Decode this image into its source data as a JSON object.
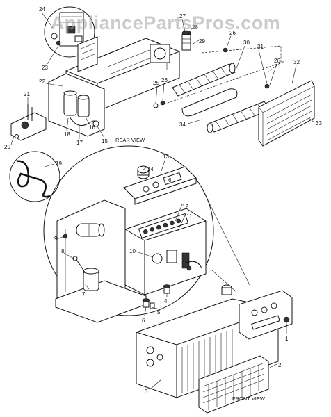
{
  "watermark": "AppliancePartsPros.com",
  "views": {
    "rear": "REAR VIEW",
    "front": "FRONT VIEW"
  },
  "callouts": {
    "c1": "1",
    "c2": "2",
    "c3": "3",
    "c4": "4",
    "c5": "5",
    "c6": "6",
    "c7": "7",
    "c8": "8",
    "c9": "9",
    "c10": "10",
    "c11": "11",
    "c12": "12",
    "c13": "13",
    "c14": "14",
    "c15": "15",
    "c16": "16",
    "c17": "17",
    "c18": "18",
    "c19": "19",
    "c20": "20",
    "c21": "21",
    "c22": "22",
    "c23": "23",
    "c24": "24",
    "c25": "25",
    "c26": "26",
    "c27": "27",
    "c28": "28",
    "c29": "29",
    "c30": "30",
    "c31": "31",
    "c32": "32",
    "c33": "33",
    "c34": "34"
  }
}
